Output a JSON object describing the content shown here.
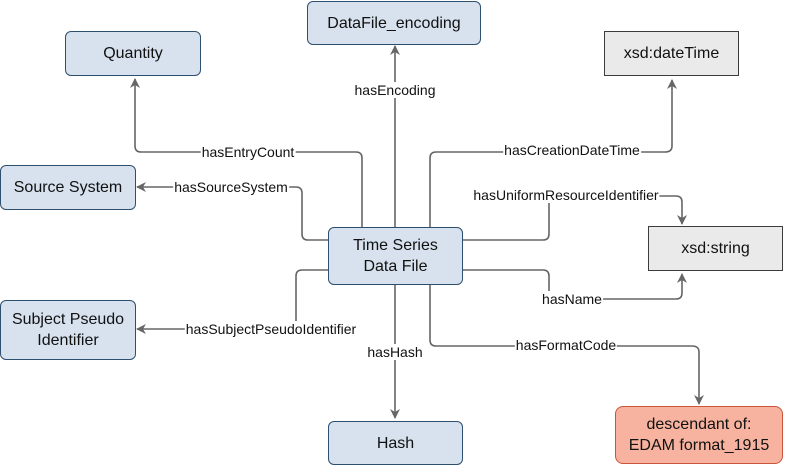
{
  "nodes": {
    "time_series_data_file": "Time Series\nData File",
    "datafile_encoding": "DataFile_encoding",
    "quantity": "Quantity",
    "xsd_datetime": "xsd:dateTime",
    "source_system": "Source System",
    "xsd_string": "xsd:string",
    "subject_pseudo_identifier": "Subject Pseudo\nIdentifier",
    "hash": "Hash",
    "edam_format": "descendant of:\nEDAM format_1915"
  },
  "edges": {
    "has_encoding": "hasEncoding",
    "has_entry_count": "hasEntryCount",
    "has_creation_date_time": "hasCreationDateTime",
    "has_source_system": "hasSourceSystem",
    "has_uniform_resource_identifier": "hasUniformResourceIdentifier",
    "has_name": "hasName",
    "has_subject_pseudo_identifier": "hasSubjectPseudoIdentifier",
    "has_hash": "hasHash",
    "has_format_code": "hasFormatCode"
  },
  "colors": {
    "class_fill": "#d7e2ee",
    "class_border": "#2f4f6f",
    "literal_fill": "#eaeaea",
    "external_fill": "#f7b39f",
    "external_border": "#c8543a",
    "edge": "#666666"
  }
}
